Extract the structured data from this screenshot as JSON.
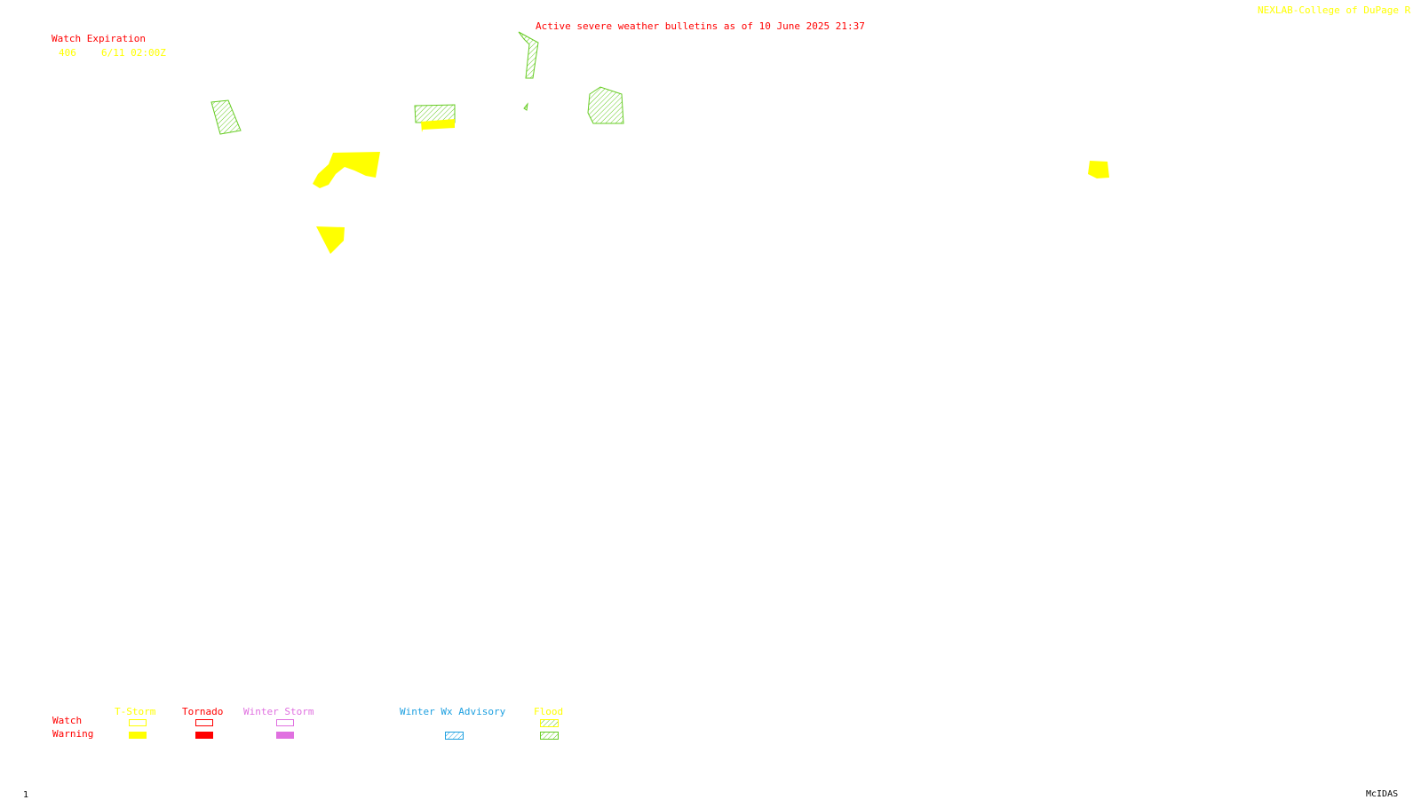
{
  "header": {
    "bulletin_title": "Active severe weather bulletins as of 10 June 2025 21:37",
    "credit": "NEXLAB-College of DuPage R"
  },
  "watch_expiration": {
    "heading": "Watch Expiration",
    "entries": [
      {
        "number": "406",
        "expires": "6/11 02:00Z"
      }
    ]
  },
  "legend": {
    "row_labels": {
      "watch": "Watch",
      "warning": "Warning"
    },
    "columns": [
      {
        "label": "T-Storm",
        "color": "#ffff00",
        "style": "solid"
      },
      {
        "label": "Tornado",
        "color": "#ff0000",
        "style": "solid"
      },
      {
        "label": "Winter Storm",
        "color": "#e070e0",
        "style": "solid"
      },
      {
        "label": "Winter Wx Advisory",
        "color": "#1ea0e0",
        "style": "hatched"
      },
      {
        "label": "Flood",
        "color": "#66cc22",
        "style": "hatched",
        "label_color": "#ffff00"
      }
    ]
  },
  "colors": {
    "thunderstorm": "#ffff00",
    "tornado": "#ff0000",
    "winter_storm": "#e070e0",
    "winter_advisory": "#1ea0e0",
    "flood": "#66cc22",
    "title_text": "#ff0000",
    "credit_text": "#ffff00",
    "footer_text": "#000000"
  },
  "footer": {
    "frame_number": "1",
    "software": "McIDAS"
  }
}
